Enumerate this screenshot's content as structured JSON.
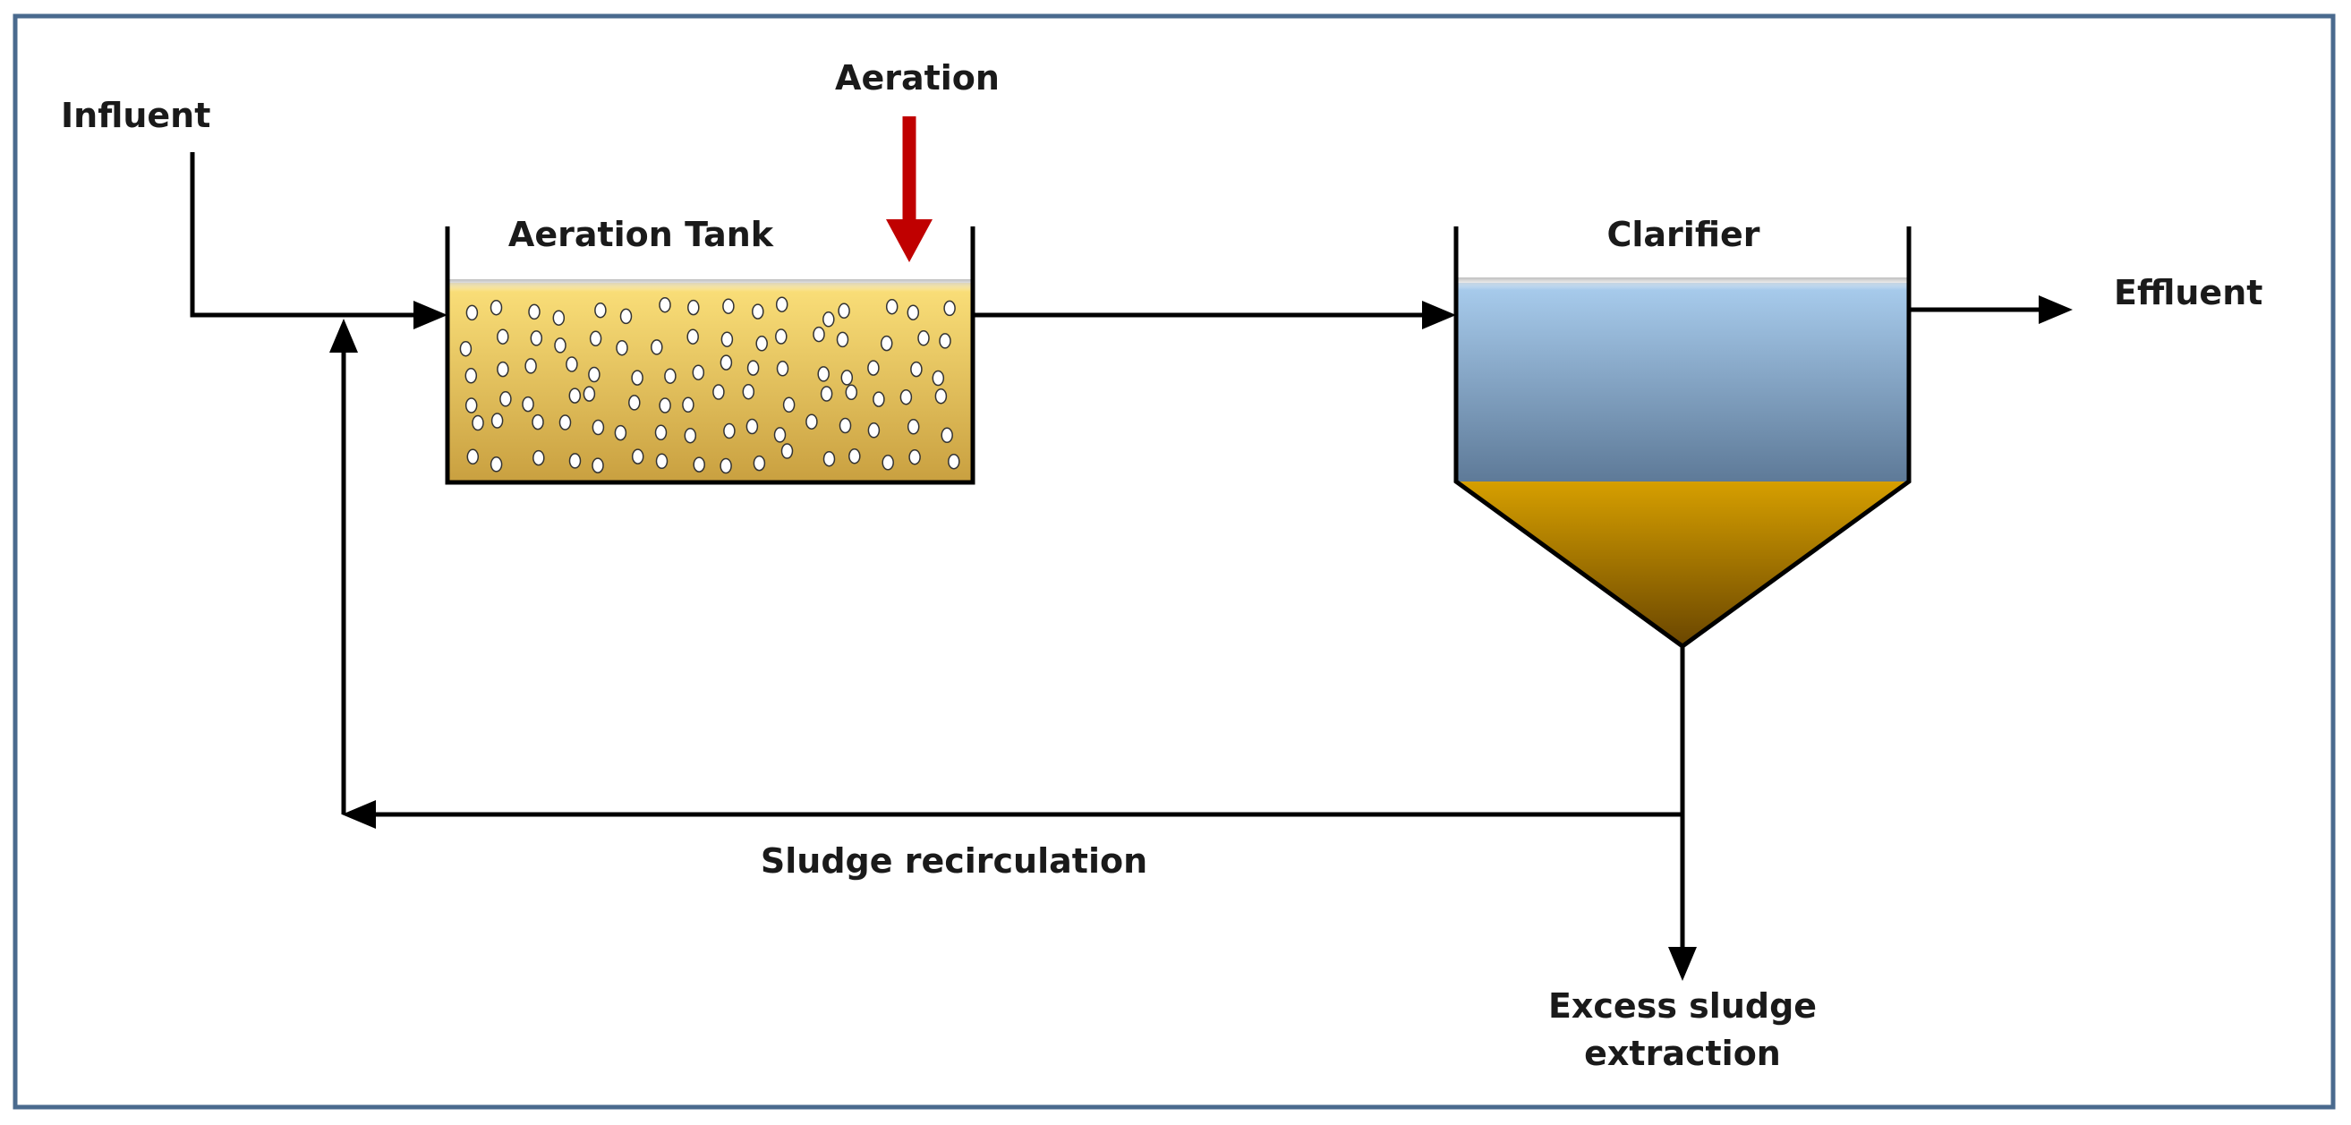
{
  "labels": {
    "influent": "Influent",
    "aeration": "Aeration",
    "aeration_tank": "Aeration Tank",
    "clarifier": "Clarifier",
    "effluent": "Effluent",
    "sludge_recirculation": "Sludge recirculation",
    "excess_sludge_line1": "Excess sludge",
    "excess_sludge_line2": "extraction"
  },
  "colors": {
    "frame": "#4a6a8e",
    "line": "#000000",
    "aeration_arrow": "#c00000",
    "tank_liquid_top": "#fbe07a",
    "tank_liquid_bottom": "#c9a040",
    "clarifier_water_top": "#a9cdee",
    "clarifier_water_bottom": "#5e7a98",
    "sludge_top": "#d69f00",
    "sludge_bottom": "#6a4600",
    "bubble": "#ffffff"
  }
}
